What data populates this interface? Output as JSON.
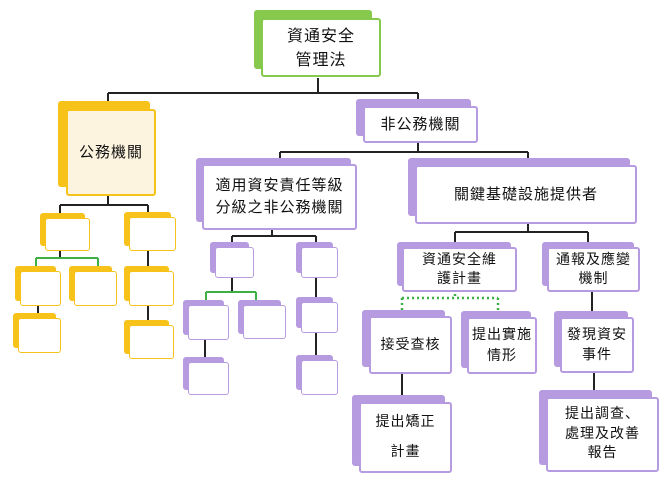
{
  "colors": {
    "green": "#86c94d",
    "purple": "#b79be1",
    "yellow": "#f7c21a",
    "dotted_green": "#3cb043",
    "connector": "#222222"
  },
  "nodes": {
    "root": "資通安全\n管理法",
    "public_agency": "公務機關",
    "non_public_agency": "非公務機關",
    "applicable_non_public": "適用資安責任等級\n分級之非公務機關",
    "critical_infrastructure": "關鍵基礎設施提供者",
    "security_plan": "資通安全維\n護計畫",
    "notification": "通報及應變\n機制",
    "accept_audit": "接受查核",
    "submit_implementation": "提出實施\n情形",
    "discover_incident": "發現資安\n事件",
    "submit_correction_plan": "提出矯正\n計畫",
    "submit_report": "提出調查、\n處理及改善\n報告"
  }
}
